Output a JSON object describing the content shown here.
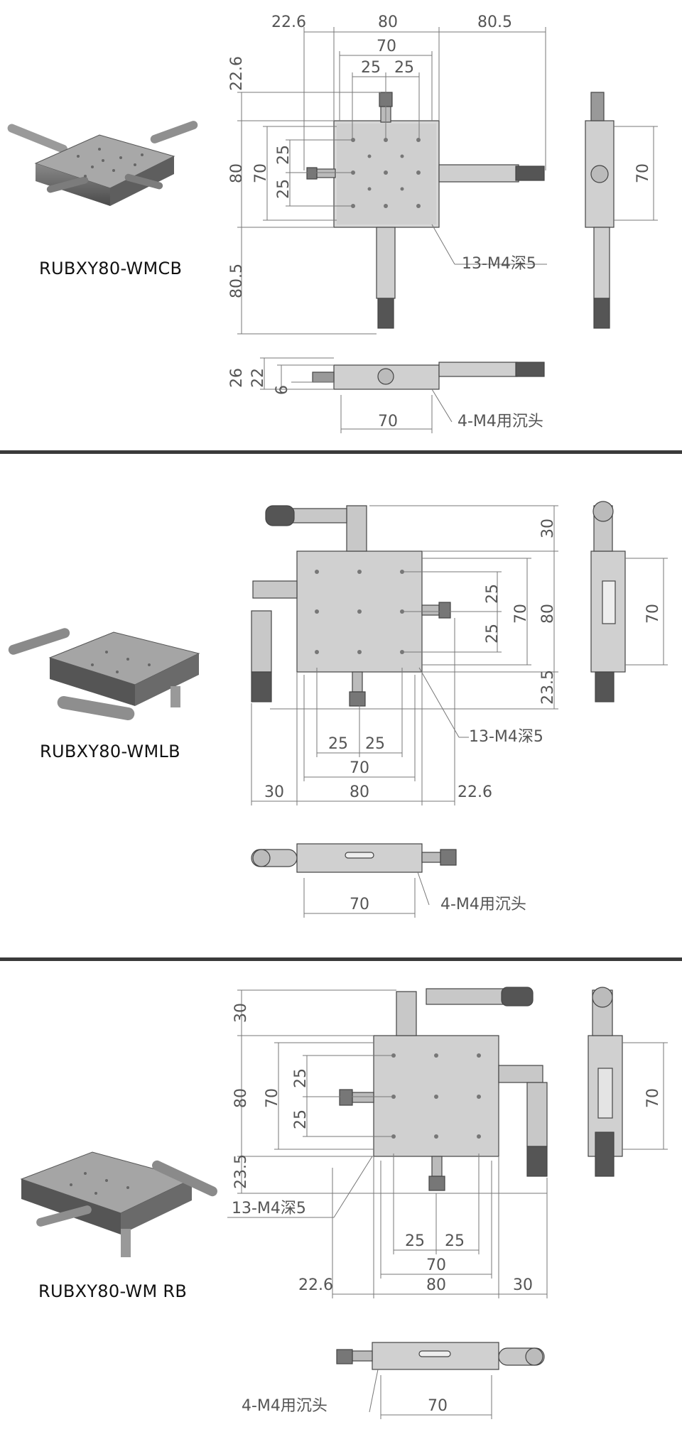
{
  "sections": [
    {
      "model": "RUBXY80-WMCB",
      "top_dims": [
        "22.6",
        "80",
        "80.5",
        "70",
        "25",
        "25"
      ],
      "left_dims": [
        "22.6",
        "80",
        "70",
        "25",
        "25",
        "80.5"
      ],
      "side_dims": [
        "70"
      ],
      "front_dims": [
        "26",
        "22",
        "6",
        "70"
      ],
      "hole_note": "13-M4深5",
      "counterbore_note": "4-M4用沉头"
    },
    {
      "model": "RUBXY80-WMLB",
      "right_dims": [
        "30",
        "25",
        "25",
        "70",
        "80",
        "23.5"
      ],
      "bottom_dims": [
        "25",
        "25",
        "70",
        "30",
        "80",
        "22.6"
      ],
      "side_dims": [
        "70"
      ],
      "front_dims": [
        "70"
      ],
      "hole_note": "13-M4深5",
      "counterbore_note": "4-M4用沉头"
    },
    {
      "model": "RUBXY80-WM RB",
      "left_dims": [
        "30",
        "80",
        "70",
        "25",
        "25",
        "23.5"
      ],
      "bottom_dims": [
        "25",
        "25",
        "70",
        "22.6",
        "80",
        "30"
      ],
      "side_dims": [
        "70"
      ],
      "front_dims": [
        "70"
      ],
      "hole_note": "13-M4深5",
      "counterbore_note": "4-M4用沉头"
    }
  ]
}
